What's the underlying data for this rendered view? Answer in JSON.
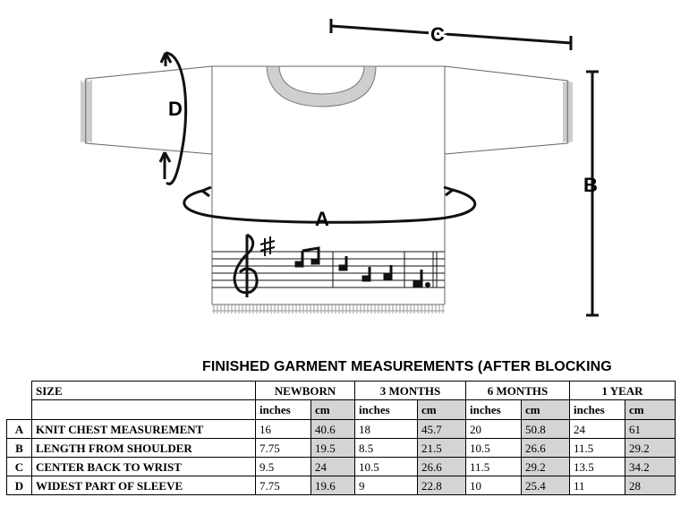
{
  "diagram": {
    "labels": {
      "a": "A",
      "b": "B",
      "c": "C",
      "d": "D"
    }
  },
  "table": {
    "title": "FINISHED GARMENT MEASUREMENTS (AFTER BLOCKING",
    "size_label": "SIZE",
    "sizes": [
      "NEWBORN",
      "3 MONTHS",
      "6 MONTHS",
      "1 YEAR"
    ],
    "units": [
      "inches",
      "cm"
    ],
    "rows": [
      {
        "key": "A",
        "name": "KNIT CHEST MEASUREMENT",
        "values": [
          "16",
          "40.6",
          "18",
          "45.7",
          "20",
          "50.8",
          "24",
          "61"
        ]
      },
      {
        "key": "B",
        "name": "LENGTH FROM SHOULDER",
        "values": [
          "7.75",
          "19.5",
          "8.5",
          "21.5",
          "10.5",
          "26.6",
          "11.5",
          "29.2"
        ]
      },
      {
        "key": "C",
        "name": "CENTER BACK TO WRIST",
        "values": [
          "9.5",
          "24",
          "10.5",
          "26.6",
          "11.5",
          "29.2",
          "13.5",
          "34.2"
        ]
      },
      {
        "key": "D",
        "name": "WIDEST PART OF SLEEVE",
        "values": [
          "7.75",
          "19.6",
          "9",
          "22.8",
          "10",
          "25.4",
          "11",
          "28"
        ]
      }
    ]
  }
}
